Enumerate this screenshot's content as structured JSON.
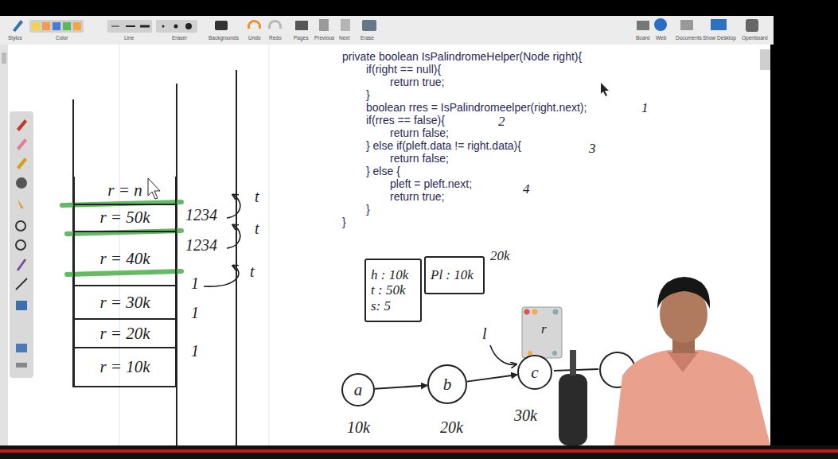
{
  "diagram": {
    "nodes": [
      {
        "text": [
          "r = n"
        ]
      },
      {
        "text": [
          "r = 50k"
        ]
      },
      {
        "text": [
          "r = 40k"
        ]
      },
      {
        "text": [
          "r = 30k"
        ]
      },
      {
        "text": [
          "r = 20k"
        ]
      },
      {
        "text": [
          "r = 10k"
        ]
      },
      {
        "text": [
          "h : 10k",
          "t : 50k",
          "s: 5"
        ]
      },
      {
        "text": [
          "Pl : 10k"
        ]
      },
      {
        "text": [
          "a"
        ]
      },
      {
        "text": [
          "b"
        ]
      },
      {
        "text": [
          "c"
        ]
      }
    ],
    "edges": [
      {
        "from": 8,
        "to": 9,
        "arrow": "to"
      },
      {
        "from": 9,
        "to": 10,
        "arrow": "to"
      }
    ],
    "labels": [
      "Stylus",
      "Color",
      "Line",
      "Eraser",
      "Backgrounds",
      "Undo",
      "Redo",
      "Pages",
      "Previous",
      "Next",
      "Erase",
      "Board",
      "Web",
      "Documents",
      "Show Desktop",
      "Openboard",
      "private boolean IsPalindromeHelper(Node right){",
      "if(right == null){",
      "return true;",
      "}",
      "boolean rres = IsPalindromeelper(right.next);",
      "if(rres == false){",
      "return false;",
      "} else if(pleft.data != right.data){",
      "return false;",
      "} else {",
      "pleft = pleft.next;",
      "return true;",
      "}",
      "}",
      "1",
      "2",
      "3",
      "4",
      "1234",
      "1234",
      "1",
      "1",
      "1",
      "t",
      "t",
      "t",
      "20k",
      "l",
      "r",
      "10k",
      "20k",
      "30k"
    ]
  }
}
